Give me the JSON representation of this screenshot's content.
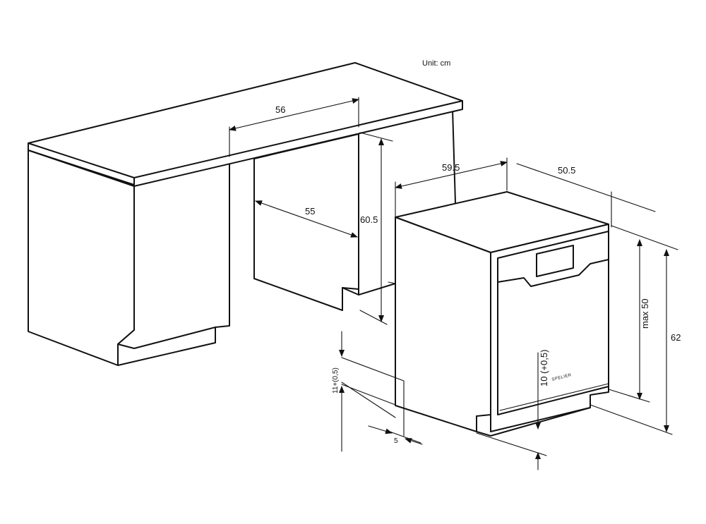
{
  "unit_label": "Unit: cm",
  "brand": "SPELIER",
  "dimensions": {
    "countertop_depth": "56",
    "cavity_depth": "55",
    "cavity_height": "60.5",
    "appliance_width": "59.5",
    "appliance_depth": "50.5",
    "max_door_height": "max 50",
    "appliance_height": "62",
    "plinth_height": "11+(0,5)",
    "plinth_recess": "5",
    "foot_height": "10 (+0,5)"
  },
  "colors": {
    "line": "#111111",
    "background": "#ffffff"
  }
}
